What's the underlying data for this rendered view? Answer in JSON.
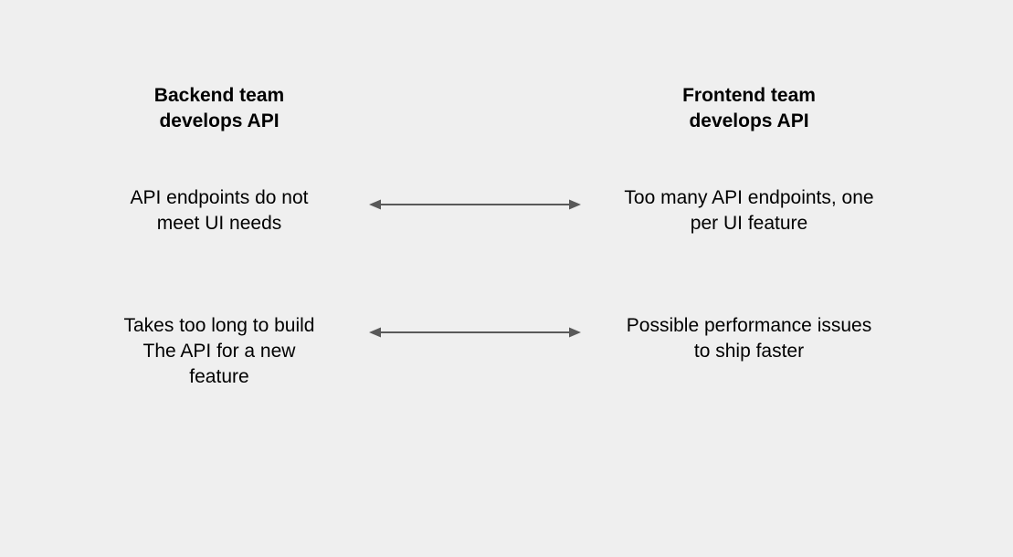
{
  "left_column": {
    "heading": "Backend team\ndevelops API",
    "items": [
      "API endpoints do not\nmeet UI needs",
      "Takes too long to build\nThe API for a new\nfeature"
    ]
  },
  "right_column": {
    "heading": "Frontend team\ndevelops API",
    "items": [
      "Too many API endpoints, one\nper UI feature",
      "Possible performance issues\nto ship faster"
    ]
  },
  "colors": {
    "background": "#efefef",
    "arrow": "#595959",
    "text": "#000000"
  },
  "icons": [
    "double-headed-arrow",
    "double-headed-arrow"
  ]
}
